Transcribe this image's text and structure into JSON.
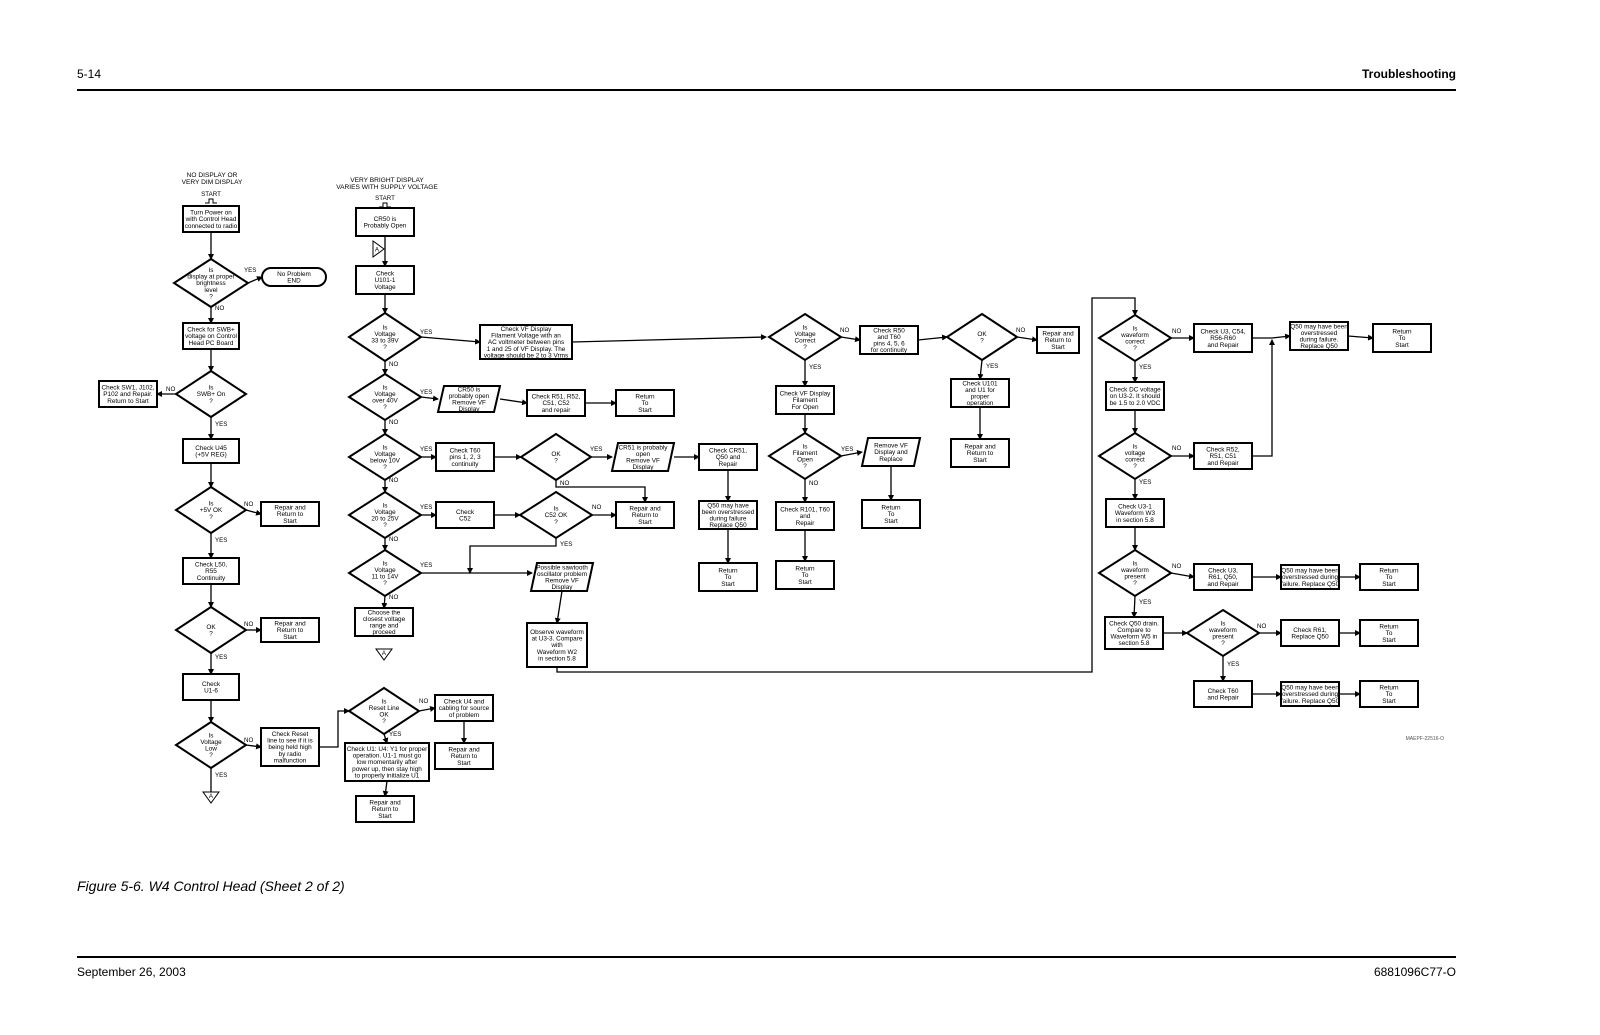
{
  "page": {
    "section_number": "5-14",
    "section_title": "Troubleshooting",
    "figure_caption": "Figure 5-6. W4 Control Head (Sheet 2 of 2)",
    "footer_date": "September 26, 2003",
    "footer_doc_number": "6881096C77-O",
    "drawing_ref": "MAEPF-22516-O"
  },
  "flowchart": {
    "headings": {
      "h1": [
        "NO DISPLAY OR",
        "VERY DIM DISPLAY"
      ],
      "h2": [
        "VERY BRIGHT DISPLAY",
        "VARIES WITH SUPPLY VOLTAGE"
      ]
    },
    "start_label": "START",
    "yes_label": "YES",
    "no_label": "NO",
    "connector_label": "A",
    "nodes": {
      "a1": [
        "Turn Power on",
        "with Control Head",
        "connected to radio"
      ],
      "a2": [
        "Is",
        "display at proper",
        "brightness",
        "level",
        "?"
      ],
      "a3": [
        "No Problem",
        "END"
      ],
      "a4": [
        "Check for SWB+",
        "voltage on Control",
        "Head PC Board"
      ],
      "a5": [
        "Is",
        "SWB+ On",
        "?"
      ],
      "a6": [
        "Check SW1, J102,",
        "P102 and Repair.",
        "Return to Start"
      ],
      "a7": [
        "Check U45",
        "(+5V REG)"
      ],
      "a8": [
        "Is",
        "+5V OK",
        "?"
      ],
      "a9": [
        "Repair and",
        "Return to",
        "Start"
      ],
      "a10": [
        "Check L50,",
        "R55",
        "Continuity"
      ],
      "a11": [
        "OK",
        "?"
      ],
      "a12": [
        "Repair and",
        "Return to",
        "Start"
      ],
      "a13": [
        "Check",
        "U1-6"
      ],
      "a14": [
        "Is",
        "Voltage",
        "Low",
        "?"
      ],
      "a15": [
        "Check Reset",
        "line to see if it is",
        "being held high",
        "by radio",
        "malfunction"
      ],
      "r1": [
        "Is",
        "Reset Line",
        "OK",
        "?"
      ],
      "r2": [
        "Check U4 and",
        "cabling for source",
        "of problem"
      ],
      "r3": [
        "Repair and",
        "Return to",
        "Start"
      ],
      "r4": [
        "Check U1: U4: Y1 for proper",
        "operation. U1-1 must go",
        "low momentarily after",
        "power up, then stay high",
        "to properly initialize U1"
      ],
      "r5": [
        "Repair and",
        "Return to",
        "Start"
      ],
      "b1": [
        "CR50 is",
        "Probably Open"
      ],
      "b2": [
        "Check",
        "U101-1",
        "Voltage"
      ],
      "b3": [
        "Is",
        "Voltage",
        "33 to 39V",
        "?"
      ],
      "b4": [
        "Check VF Display",
        "Filament Voltage with an",
        "AC voltmeter between pins",
        "1 and 25 of VF Display. The",
        "voltage should be 2 to 3 Vrms"
      ],
      "b5": [
        "Is",
        "Voltage",
        "over 40V",
        "?"
      ],
      "b6": [
        "CR50 is",
        "probably open",
        "Remove VF",
        "Display"
      ],
      "b7": [
        "Check R51, R52,",
        "C51, C52",
        "and repair"
      ],
      "b8": [
        "Return",
        "To",
        "Start"
      ],
      "b9": [
        "Is",
        "Voltage",
        "below 10V",
        "?"
      ],
      "b10": [
        "Check T60",
        "pins 1, 2, 3",
        "continuity"
      ],
      "b11": [
        "OK",
        "?"
      ],
      "b12": [
        "CR51 is probably",
        "open",
        "Remove VF",
        "Display"
      ],
      "b13": [
        "Check CR51,",
        "Q50 and",
        "Repair"
      ],
      "b14": [
        "Q50 may have",
        "been overstressed",
        "during failure",
        "Replace Q50"
      ],
      "b15": [
        "Return",
        "To",
        "Start"
      ],
      "b16": [
        "Is",
        "Voltage",
        "20 to 25V",
        "?"
      ],
      "b17": [
        "Check",
        "C52"
      ],
      "b18": [
        "Is",
        "C52 OK",
        "?"
      ],
      "b19": [
        "Repair and",
        "Return to",
        "Start"
      ],
      "b20": [
        "Is",
        "Voltage",
        "11 to 14V",
        "?"
      ],
      "b21": [
        "Possible sawtooth",
        "oscillator problem",
        "Remove VF",
        "Display"
      ],
      "b22": [
        "Observe waveform",
        "at U3-3. Compare",
        "with",
        "Waveform W2",
        "in section 5.8"
      ],
      "b23": [
        "Choose the",
        "closest voltage",
        "range and",
        "proceed"
      ],
      "c1": [
        "Is",
        "Voltage",
        "Correct",
        "?"
      ],
      "c2": [
        "Check R50",
        "and T60",
        "pins 4, 5, 6",
        "for continuity"
      ],
      "c3": [
        "OK",
        "?"
      ],
      "c4": [
        "Repair and",
        "Return to",
        "Start"
      ],
      "c5": [
        "Check U101",
        "and U1 for",
        "proper",
        "operation"
      ],
      "c6": [
        "Repair and",
        "Return to",
        "Start"
      ],
      "c7": [
        "Check VF Display",
        "Filament",
        "For Open"
      ],
      "c8": [
        "Is",
        "Filament",
        "Open",
        "?"
      ],
      "c9": [
        "Remove VF",
        "Display and",
        "Replace"
      ],
      "c10": [
        "Return",
        "To",
        "Start"
      ],
      "c11": [
        "Check R101, T60",
        "and",
        "Repair"
      ],
      "c12": [
        "Return",
        "To",
        "Start"
      ],
      "d1": [
        "Is",
        "waveform",
        "correct",
        "?"
      ],
      "d2": [
        "Check U3, C54,",
        "R56-R60",
        "and Repair"
      ],
      "d3": [
        "Q50 may have been",
        "overstressed",
        "during failure.",
        "Replace Q50"
      ],
      "d4": [
        "Return",
        "To",
        "Start"
      ],
      "d5": [
        "Check DC voltage",
        "on U3-2. It should",
        "be 1.5 to 2.0 VDC"
      ],
      "d6": [
        "Is",
        "voltage",
        "correct",
        "?"
      ],
      "d7": [
        "Check R52,",
        "R51, C51",
        "and Repair"
      ],
      "d8": [
        "Check U3-1",
        "Waveform W3",
        "in section 5.8"
      ],
      "d9": [
        "Is",
        "waveform",
        "present",
        "?"
      ],
      "d10": [
        "Check U3,",
        "R61, Q50,",
        "and Repair"
      ],
      "d11": [
        "Q50 may have been",
        "overstressed during",
        "failure. Replace Q50"
      ],
      "d12": [
        "Return",
        "To",
        "Start"
      ],
      "d13": [
        "Check Q50 drain.",
        "Compare to",
        "Waveform W5 in",
        "section 5.8"
      ],
      "d14": [
        "Is",
        "waveform",
        "present",
        "?"
      ],
      "d15": [
        "Check R61,",
        "Replace Q50"
      ],
      "d16": [
        "Return",
        "To",
        "Start"
      ],
      "d17": [
        "Check T60",
        "and Repair"
      ],
      "d18": [
        "Q50 may have been",
        "overstressed during",
        "failure. Replace Q50"
      ],
      "d19": [
        "Return",
        "To",
        "Start"
      ]
    }
  }
}
